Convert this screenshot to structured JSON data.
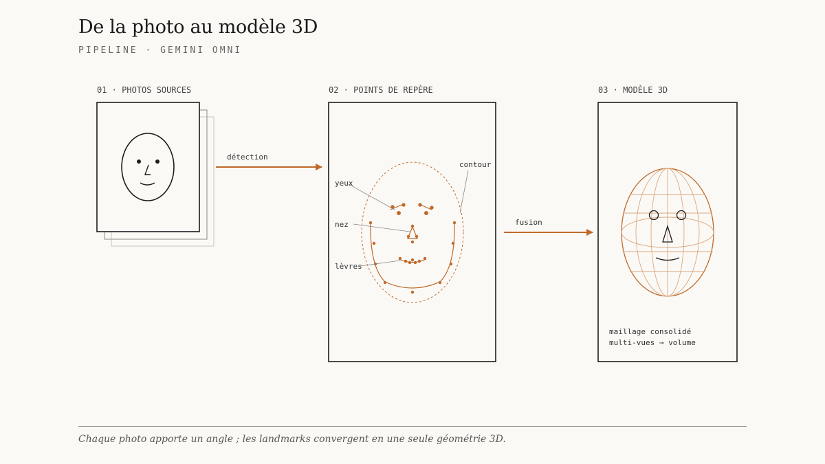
{
  "header": {
    "title": "De la photo au modèle 3D",
    "subtitle": "PIPELINE · GEMINI OMNI"
  },
  "steps": [
    {
      "label": "01 · PHOTOS SOURCES"
    },
    {
      "label": "02 · POINTS DE REPÈRE"
    },
    {
      "label": "03 · MODÈLE 3D"
    }
  ],
  "arrows": {
    "detection": "détection",
    "fusion": "fusion"
  },
  "landmarks": {
    "eyes": "yeux",
    "nose": "nez",
    "lips": "lèvres",
    "contour": "contour"
  },
  "model_note": {
    "line1": "maillage consolidé",
    "line2": "multi-vues → volume"
  },
  "caption": "Chaque photo apporte un angle ; les landmarks convergent en une seule géométrie 3D.",
  "colors": {
    "accent": "#c0692a",
    "ink": "#1c1c1c",
    "background": "#fbf9f5"
  }
}
